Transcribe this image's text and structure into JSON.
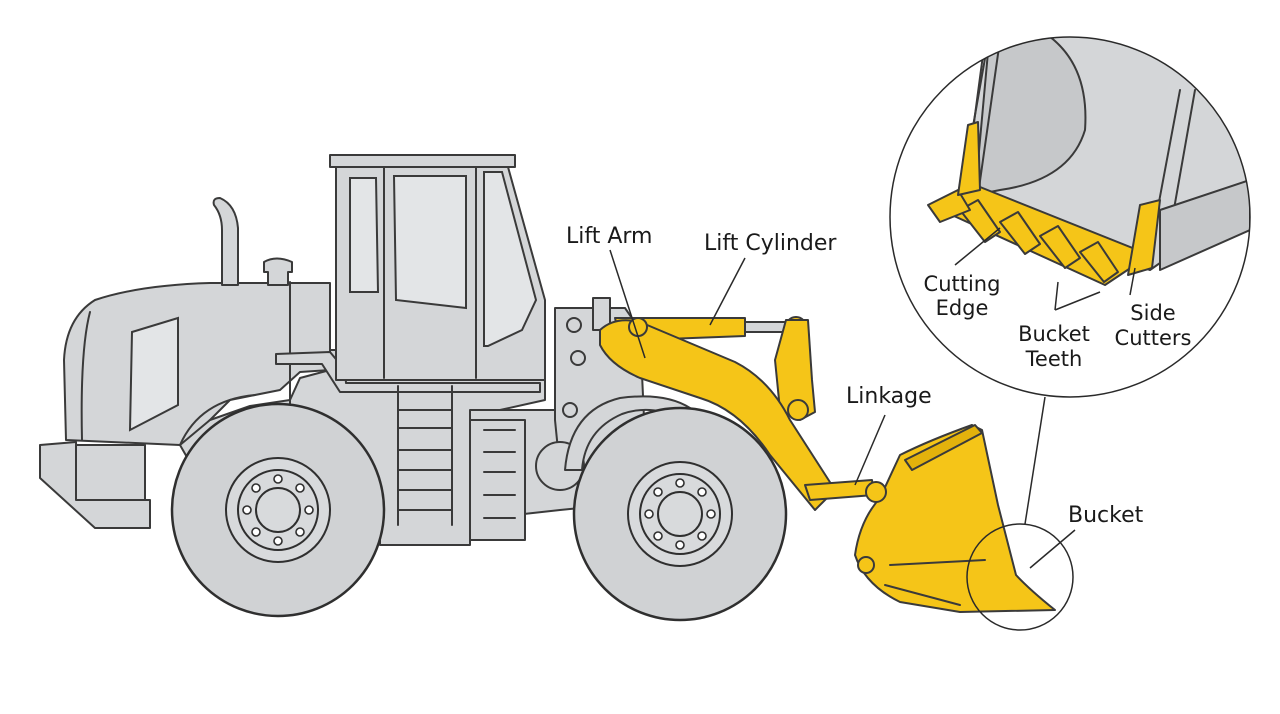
{
  "colors": {
    "body": "#d4d6d8",
    "attachment": "#f5c518",
    "outline": "#3a3a3a",
    "background": "#ffffff"
  },
  "labels": {
    "lift_arm": "Lift Arm",
    "lift_cylinder": "Lift Cylinder",
    "linkage": "Linkage",
    "bucket": "Bucket",
    "cutting_edge_line1": "Cutting",
    "cutting_edge_line2": "Edge",
    "bucket_teeth_line1": "Bucket",
    "bucket_teeth_line2": "Teeth",
    "side_cutters_line1": "Side",
    "side_cutters_line2": "Cutters"
  },
  "icons": [
    "wheel-loader-illustration",
    "bucket-detail-magnifier"
  ]
}
